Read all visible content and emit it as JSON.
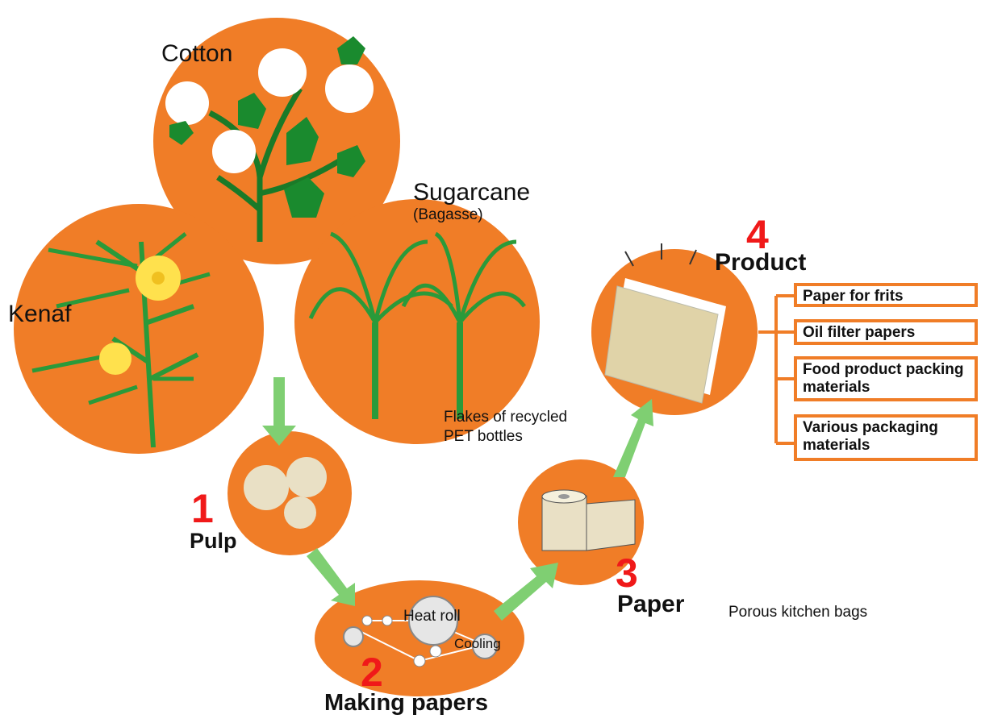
{
  "materials": {
    "cotton": "Cotton",
    "kenaf": "Kenaf",
    "sugarcane": "Sugarcane",
    "bagasse": "(Bagasse)",
    "pet": [
      "Flakes of recycled",
      "PET bottles"
    ]
  },
  "steps": [
    {
      "num": "1",
      "label": "Pulp"
    },
    {
      "num": "2",
      "label": "Making papers"
    },
    {
      "num": "3",
      "label": "Paper"
    },
    {
      "num": "4",
      "label": "Product"
    }
  ],
  "machine": {
    "heat_roll": "Heat roll",
    "cooling": "Cooling"
  },
  "products": [
    "Paper for frits",
    "Oil filter papers",
    "Food product packing materials",
    "Various packaging materials"
  ],
  "extra_product": "Porous kitchen bags",
  "colors": {
    "circle": "#f07d27",
    "arrow": "#7fcf72",
    "number": "#f01919",
    "leaf": "#1a8a2e",
    "flower": "#ffe14d"
  }
}
